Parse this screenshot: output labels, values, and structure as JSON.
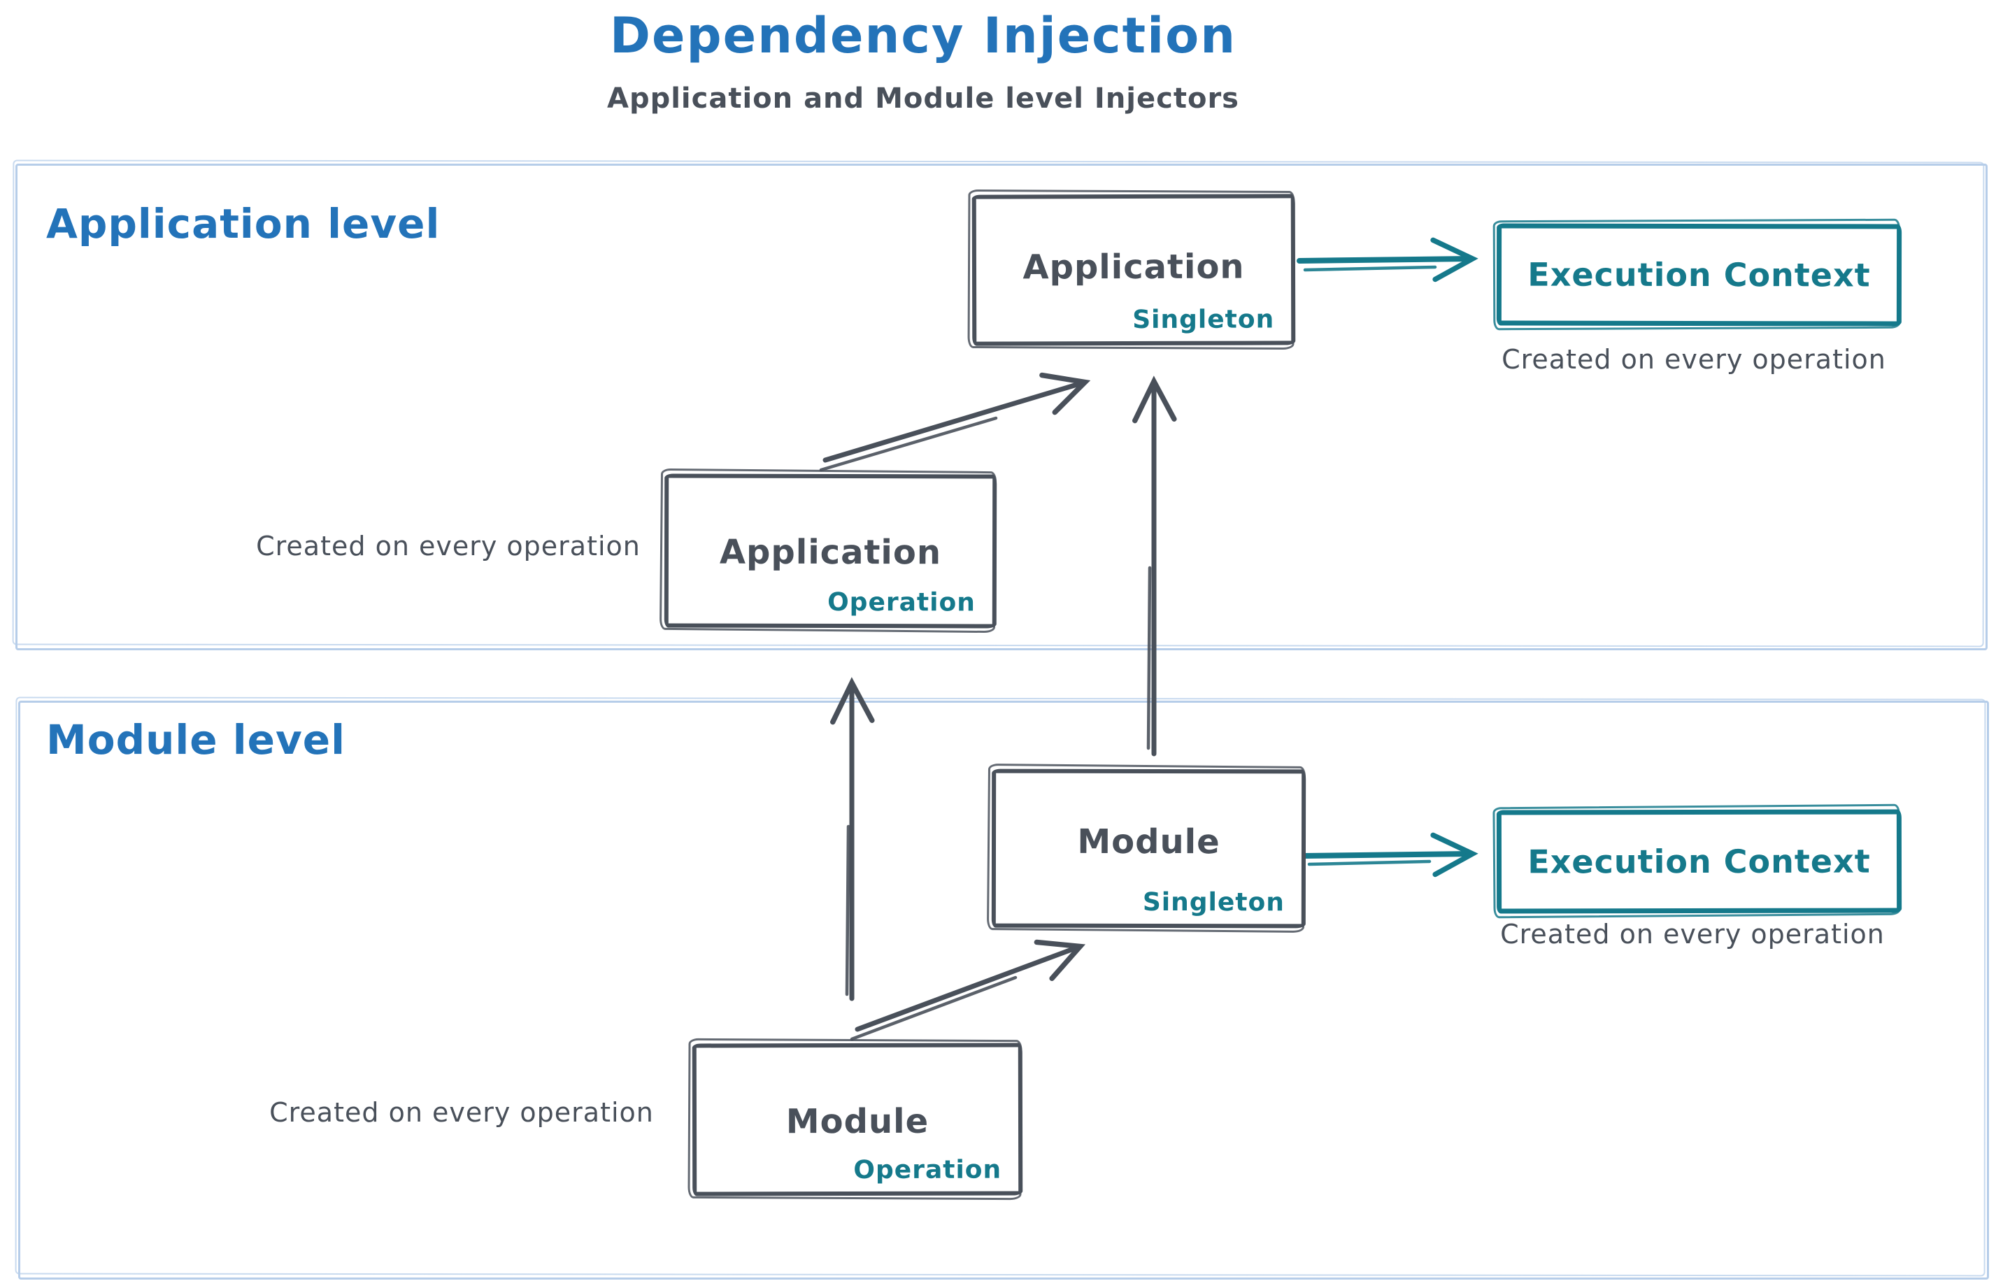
{
  "title": "Dependency Injection",
  "subtitle": "Application and Module level Injectors",
  "colors": {
    "accent_blue": "#2373b9",
    "ink": "#49505a",
    "teal": "#15798b",
    "frame_border": "#b6cde9"
  },
  "sections": {
    "application": {
      "label": "Application level"
    },
    "module": {
      "label": "Module level"
    }
  },
  "nodes": {
    "app_singleton": {
      "title": "Application",
      "badge": "Singleton"
    },
    "app_operation": {
      "title": "Application",
      "badge": "Operation"
    },
    "module_singleton": {
      "title": "Module",
      "badge": "Singleton"
    },
    "module_operation": {
      "title": "Module",
      "badge": "Operation"
    },
    "execution_context_app": {
      "title": "Execution Context"
    },
    "execution_context_module": {
      "title": "Execution Context"
    }
  },
  "captions": {
    "execution_context_app": "Created on every operation",
    "execution_context_module": "Created on every operation",
    "app_operation": "Created on every operation",
    "module_operation": "Created on every operation"
  }
}
